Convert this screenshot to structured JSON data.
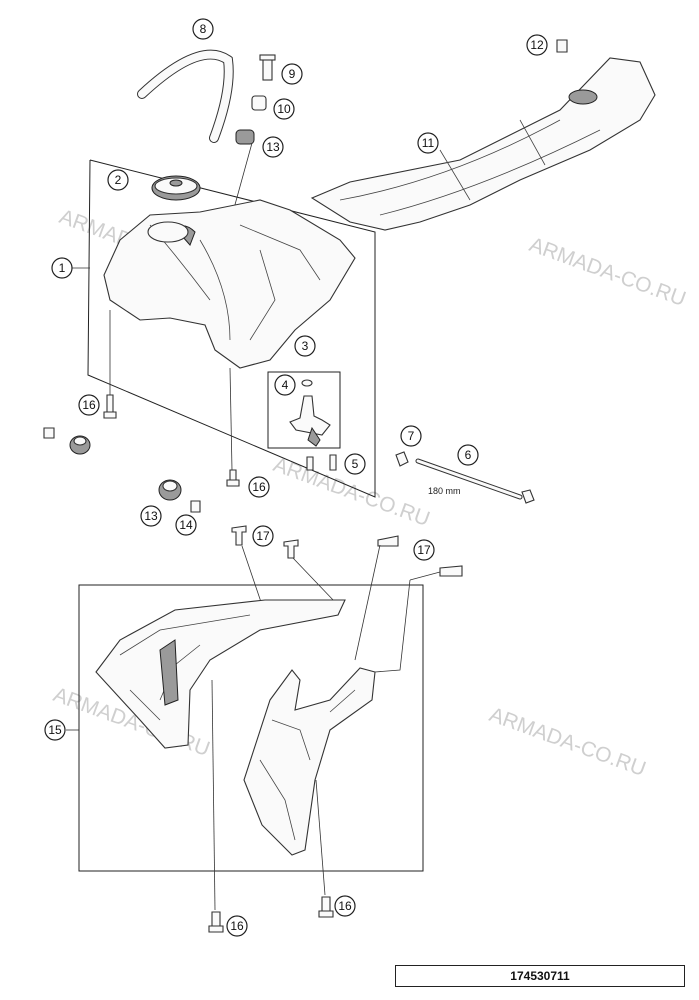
{
  "watermark_text": "ARMADA-CO.RU",
  "document_number": "174530711",
  "dimension_label": "180 mm",
  "callouts": [
    "1",
    "2",
    "3",
    "4",
    "5",
    "6",
    "7",
    "8",
    "9",
    "10",
    "11",
    "12",
    "13",
    "13",
    "14",
    "15",
    "16",
    "16",
    "16",
    "16",
    "17",
    "17"
  ]
}
